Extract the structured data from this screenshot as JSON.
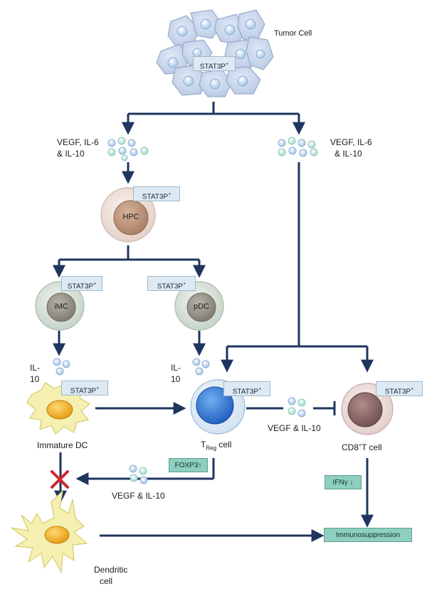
{
  "tumor": {
    "label": "Tumor Cell",
    "tag": "STAT3P",
    "tag_sup": "+"
  },
  "cytokines_left": {
    "line1": "VEGF, IL-6",
    "line2": "& IL-10"
  },
  "cytokines_right": {
    "line1": "VEGF, IL-6",
    "line2": "& IL-10"
  },
  "hpc": {
    "label": "HPC",
    "tag": "STAT3P",
    "tag_sup": "+"
  },
  "imc": {
    "label": "iMC",
    "tag": "STAT3P",
    "tag_sup": "+"
  },
  "pdc": {
    "label": "pDC",
    "tag": "STAT3P",
    "tag_sup": "+"
  },
  "il10_left": {
    "line1": "IL-",
    "line2": "10"
  },
  "il10_mid": {
    "line1": "IL-",
    "line2": "10"
  },
  "immature_dc": {
    "label": "Immature DC",
    "tag": "STAT3P",
    "tag_sup": "+"
  },
  "treg": {
    "label_pre": "T",
    "label_sub": "Reg",
    "label_post": " cell",
    "tag": "STAT3P",
    "tag_sup": "+"
  },
  "cd8": {
    "label_pre": "CD8",
    "label_sup": "+",
    "label_post": "T cell",
    "tag": "STAT3P",
    "tag_sup": "+"
  },
  "vegf_il10_right": "VEGF & IL-10",
  "vegf_il10_bottom": "VEGF & IL-10",
  "foxp3": "FOXP3↑",
  "ifng": "IFNγ ↓",
  "immunosuppression": "Immunosuppression",
  "dendritic": {
    "line1": "Dendritic",
    "line2": "cell"
  },
  "colors": {
    "arrow": "#1f3560",
    "tag_fill": "#dde9f3",
    "green_fill": "#8fcfc0",
    "block_x": "#d0262f",
    "dc_yellow": "#f5f0b0",
    "dc_nucleus": "#f0a81c",
    "treg_nucleus": "#3a7bd5"
  }
}
